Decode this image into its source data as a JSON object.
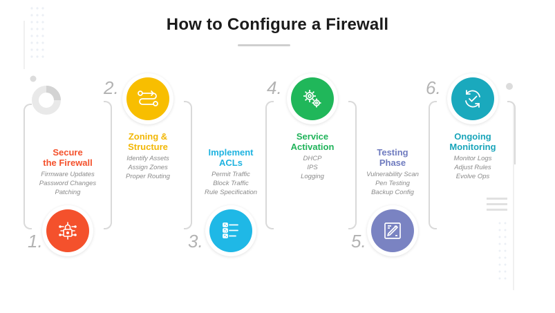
{
  "title": "How to Configure a Firewall",
  "colors": {
    "step1": "#f4512c",
    "step2": "#f8be00",
    "step3": "#1fb8e6",
    "step4": "#20b75a",
    "step5": "#7a83c2",
    "step6": "#1aa9bd"
  },
  "steps": [
    {
      "number": "1.",
      "title_lines": [
        "Secure",
        "the Firewall"
      ],
      "items": [
        "Firmware Updates",
        "Password Changes",
        "Patching"
      ],
      "icon": "lock-circuit-icon"
    },
    {
      "number": "2.",
      "title_lines": [
        "Zoning &",
        "Structure"
      ],
      "items": [
        "Identify Assets",
        "Assign Zones",
        "Proper Routing"
      ],
      "icon": "route-icon"
    },
    {
      "number": "3.",
      "title_lines": [
        "Implement",
        "ACLs"
      ],
      "items": [
        "Permit Traffic",
        "Block Traffic",
        "Rule Specification"
      ],
      "icon": "checklist-icon"
    },
    {
      "number": "4.",
      "title_lines": [
        "Service",
        "Activation"
      ],
      "items": [
        "DHCP",
        "IPS",
        "Logging"
      ],
      "icon": "gears-icon"
    },
    {
      "number": "5.",
      "title_lines": [
        "Testing",
        "Phase"
      ],
      "items": [
        "Vulnerability Scan",
        "Pen Testing",
        "Backup Config"
      ],
      "icon": "pencil-ruler-icon"
    },
    {
      "number": "6.",
      "title_lines": [
        "Ongoing",
        "Monitoring"
      ],
      "items": [
        "Monitor Logs",
        "Adjust Rules",
        "Evolve Ops"
      ],
      "icon": "refresh-check-icon"
    }
  ]
}
